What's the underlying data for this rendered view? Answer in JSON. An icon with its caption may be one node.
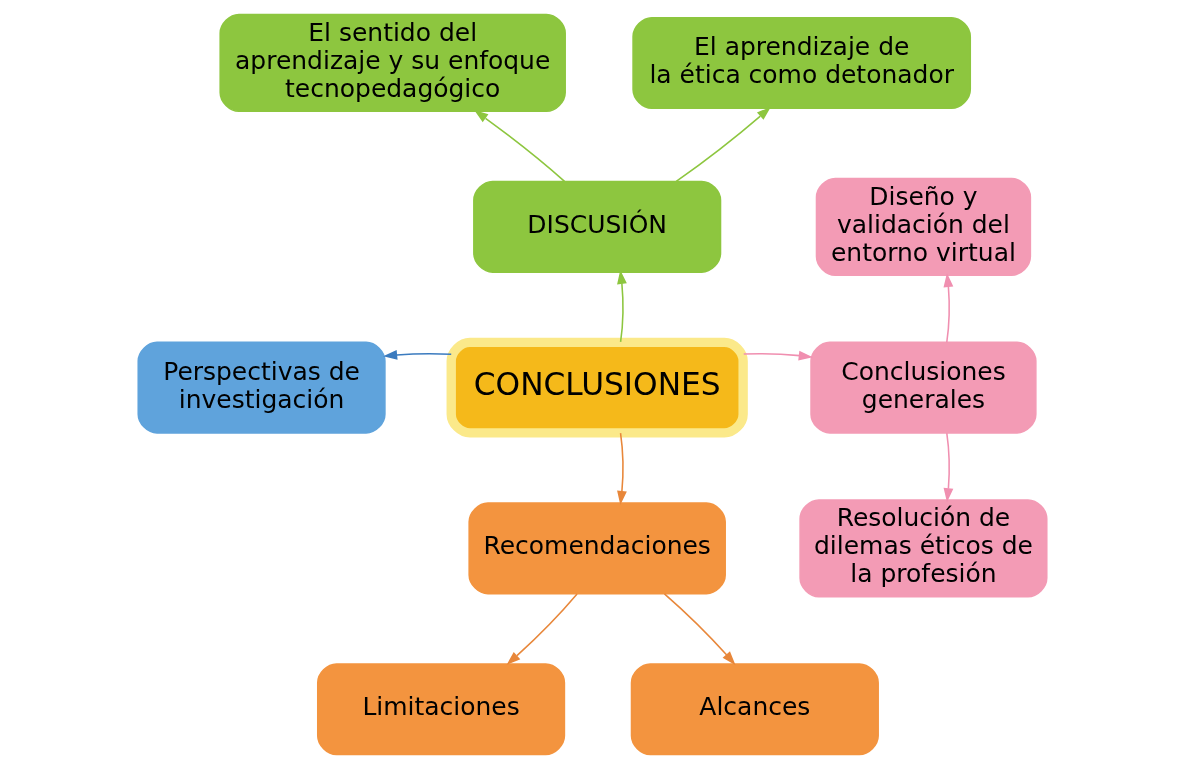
{
  "diagram": {
    "nodes": [
      {
        "text": [
          "CONCLUSIONES"
        ]
      },
      {
        "text": [
          "DISCUSIÓN"
        ]
      },
      {
        "text": [
          "El sentido del aprendizaje y su enfoque tecnopedagógico"
        ]
      },
      {
        "text": [
          "El aprendizaje de la ética como detonador"
        ]
      },
      {
        "text": [
          "Perspectivas de investigación"
        ]
      },
      {
        "text": [
          "Conclusiones generales"
        ]
      },
      {
        "text": [
          "Diseño y validación del entorno virtual"
        ]
      },
      {
        "text": [
          "Resolución de dilemas éticos de la profesión"
        ]
      },
      {
        "text": [
          "Recomendaciones"
        ]
      },
      {
        "text": [
          "Limitaciones"
        ]
      },
      {
        "text": [
          "Alcances"
        ]
      }
    ],
    "edges": [
      {
        "from": 0,
        "to": 1,
        "arrow": "to",
        "color": "#8dc63f"
      },
      {
        "from": 1,
        "to": 2,
        "arrow": "to",
        "color": "#8dc63f"
      },
      {
        "from": 1,
        "to": 3,
        "arrow": "to",
        "color": "#8dc63f"
      },
      {
        "from": 0,
        "to": 4,
        "arrow": "to",
        "color": "#3b7bbf"
      },
      {
        "from": 0,
        "to": 5,
        "arrow": "to",
        "color": "#f08fb0"
      },
      {
        "from": 5,
        "to": 6,
        "arrow": "to",
        "color": "#f08fb0"
      },
      {
        "from": 5,
        "to": 7,
        "arrow": "to",
        "color": "#f08fb0"
      },
      {
        "from": 0,
        "to": 8,
        "arrow": "to",
        "color": "#e8873a"
      },
      {
        "from": 8,
        "to": 9,
        "arrow": "to",
        "color": "#e8873a"
      },
      {
        "from": 8,
        "to": 10,
        "arrow": "to",
        "color": "#e8873a"
      }
    ]
  }
}
